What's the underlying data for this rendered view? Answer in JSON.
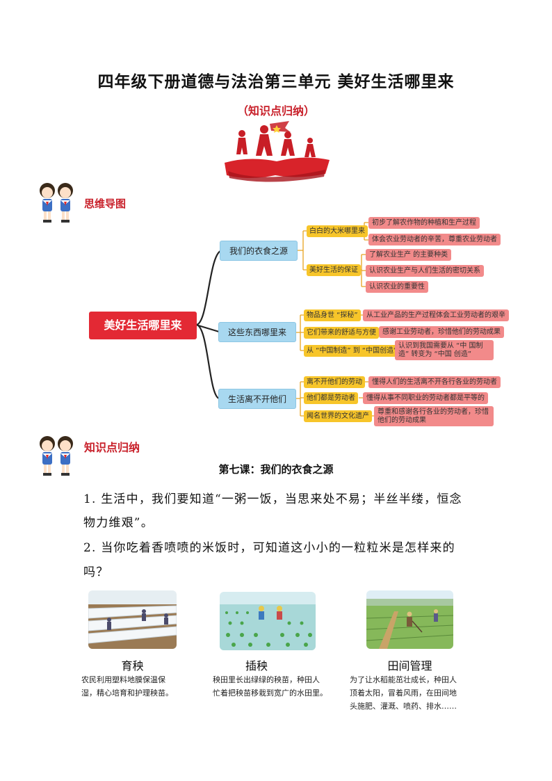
{
  "title": "四年级下册道德与法治第三单元  美好生活哪里来",
  "subtitle": "（知识点归纳）",
  "sections": {
    "mindmap_label": "思维导图",
    "summary_label": "知识点归纳"
  },
  "mindmap": {
    "root": "美好生活哪里来",
    "branches": [
      {
        "label": "我们的衣食之源",
        "children": [
          {
            "label": "白白的大米哪里来",
            "leaves": [
              "初步了解农作物的种植和生产过程",
              "体会农业劳动者的辛苦，尊重农业劳动者"
            ]
          },
          {
            "label": "美好生活的保证",
            "leaves": [
              "了解农业生产 的主要种类",
              "认识农业生产与人们生活的密切关系",
              "认识农业的重要性"
            ]
          }
        ]
      },
      {
        "label": "这些东西哪里来",
        "children": [
          {
            "label": "物品身世 “探秘”",
            "leaves": [
              "从工业产品的生产过程体会工业劳动者的艰辛"
            ]
          },
          {
            "label": "它们带来的舒适与方便",
            "leaves": [
              "感谢工业劳动者，珍惜他们的劳动成果"
            ]
          },
          {
            "label": "从 “中国制造” 到 “中国创造”",
            "leaves": [
              "认识到我国需要从 “中 国制造” 转变为 “中国 创造”"
            ]
          }
        ]
      },
      {
        "label": "生活离不开他们",
        "children": [
          {
            "label": "离不开他们的劳动",
            "leaves": [
              "懂得人们的生活离不开各行各业的劳动者"
            ]
          },
          {
            "label": "他们都是劳动者",
            "leaves": [
              "懂得从事不同职业的劳动者都是平等的"
            ]
          },
          {
            "label": "闻名世界的文化遗产",
            "leaves": [
              "尊重和感谢各行各业的劳动者，珍惜他们的劳动成果"
            ]
          }
        ]
      }
    ]
  },
  "lesson": {
    "heading": "第七课：我们的衣食之源",
    "p1_line1": "1. 生活中，我们要知道“一粥一饭，当思来处不易；半丝半缕，恒念",
    "p1_line2": "物力维艰”。",
    "p2_line1": "2. 当你吃着香喷喷的米饭时，可知道这小小的一粒粒米是怎样来的",
    "p2_line2": "吗？"
  },
  "steps": [
    {
      "title": "育秧",
      "lines": [
        "农民利用塑料地膜保温保",
        "湿，精心培育和护理秧苗。"
      ]
    },
    {
      "title": "插秧",
      "lines": [
        "秧田里长出绿绿的秧苗，种田人",
        "忙着把秧苗移栽到宽广的水田里。"
      ]
    },
    {
      "title": "田间管理",
      "lines": [
        "为了让水稻能茁壮成长，种田人",
        "顶着太阳，冒着风雨，在田间地",
        "头施肥、灌溉、喷药、排水……"
      ]
    }
  ],
  "colors": {
    "accent_red": "#c8202a",
    "root_red": "#e32934",
    "branch_blue": "#a8d8f0",
    "sub_yellow": "#f7c52a",
    "leaf_pink": "#f28a8a"
  }
}
